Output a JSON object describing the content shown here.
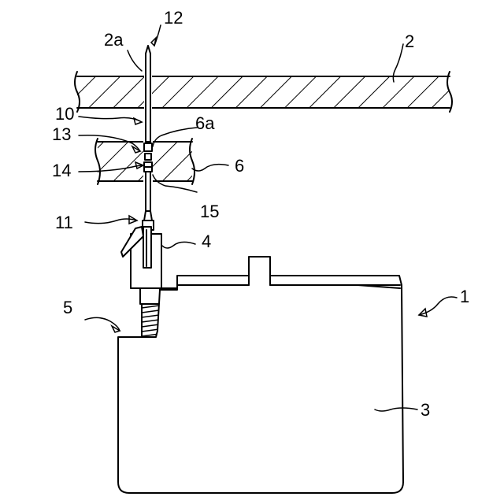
{
  "figure": {
    "background": "#ffffff",
    "line_color": "#000000"
  },
  "labels": {
    "n1": "1",
    "n2": "2",
    "n2a": "2a",
    "n3": "3",
    "n4": "4",
    "n5": "5",
    "n6": "6",
    "n6a": "6a",
    "n10": "10",
    "n11": "11",
    "n12": "12",
    "n13": "13",
    "n14": "14",
    "n15": "15"
  }
}
